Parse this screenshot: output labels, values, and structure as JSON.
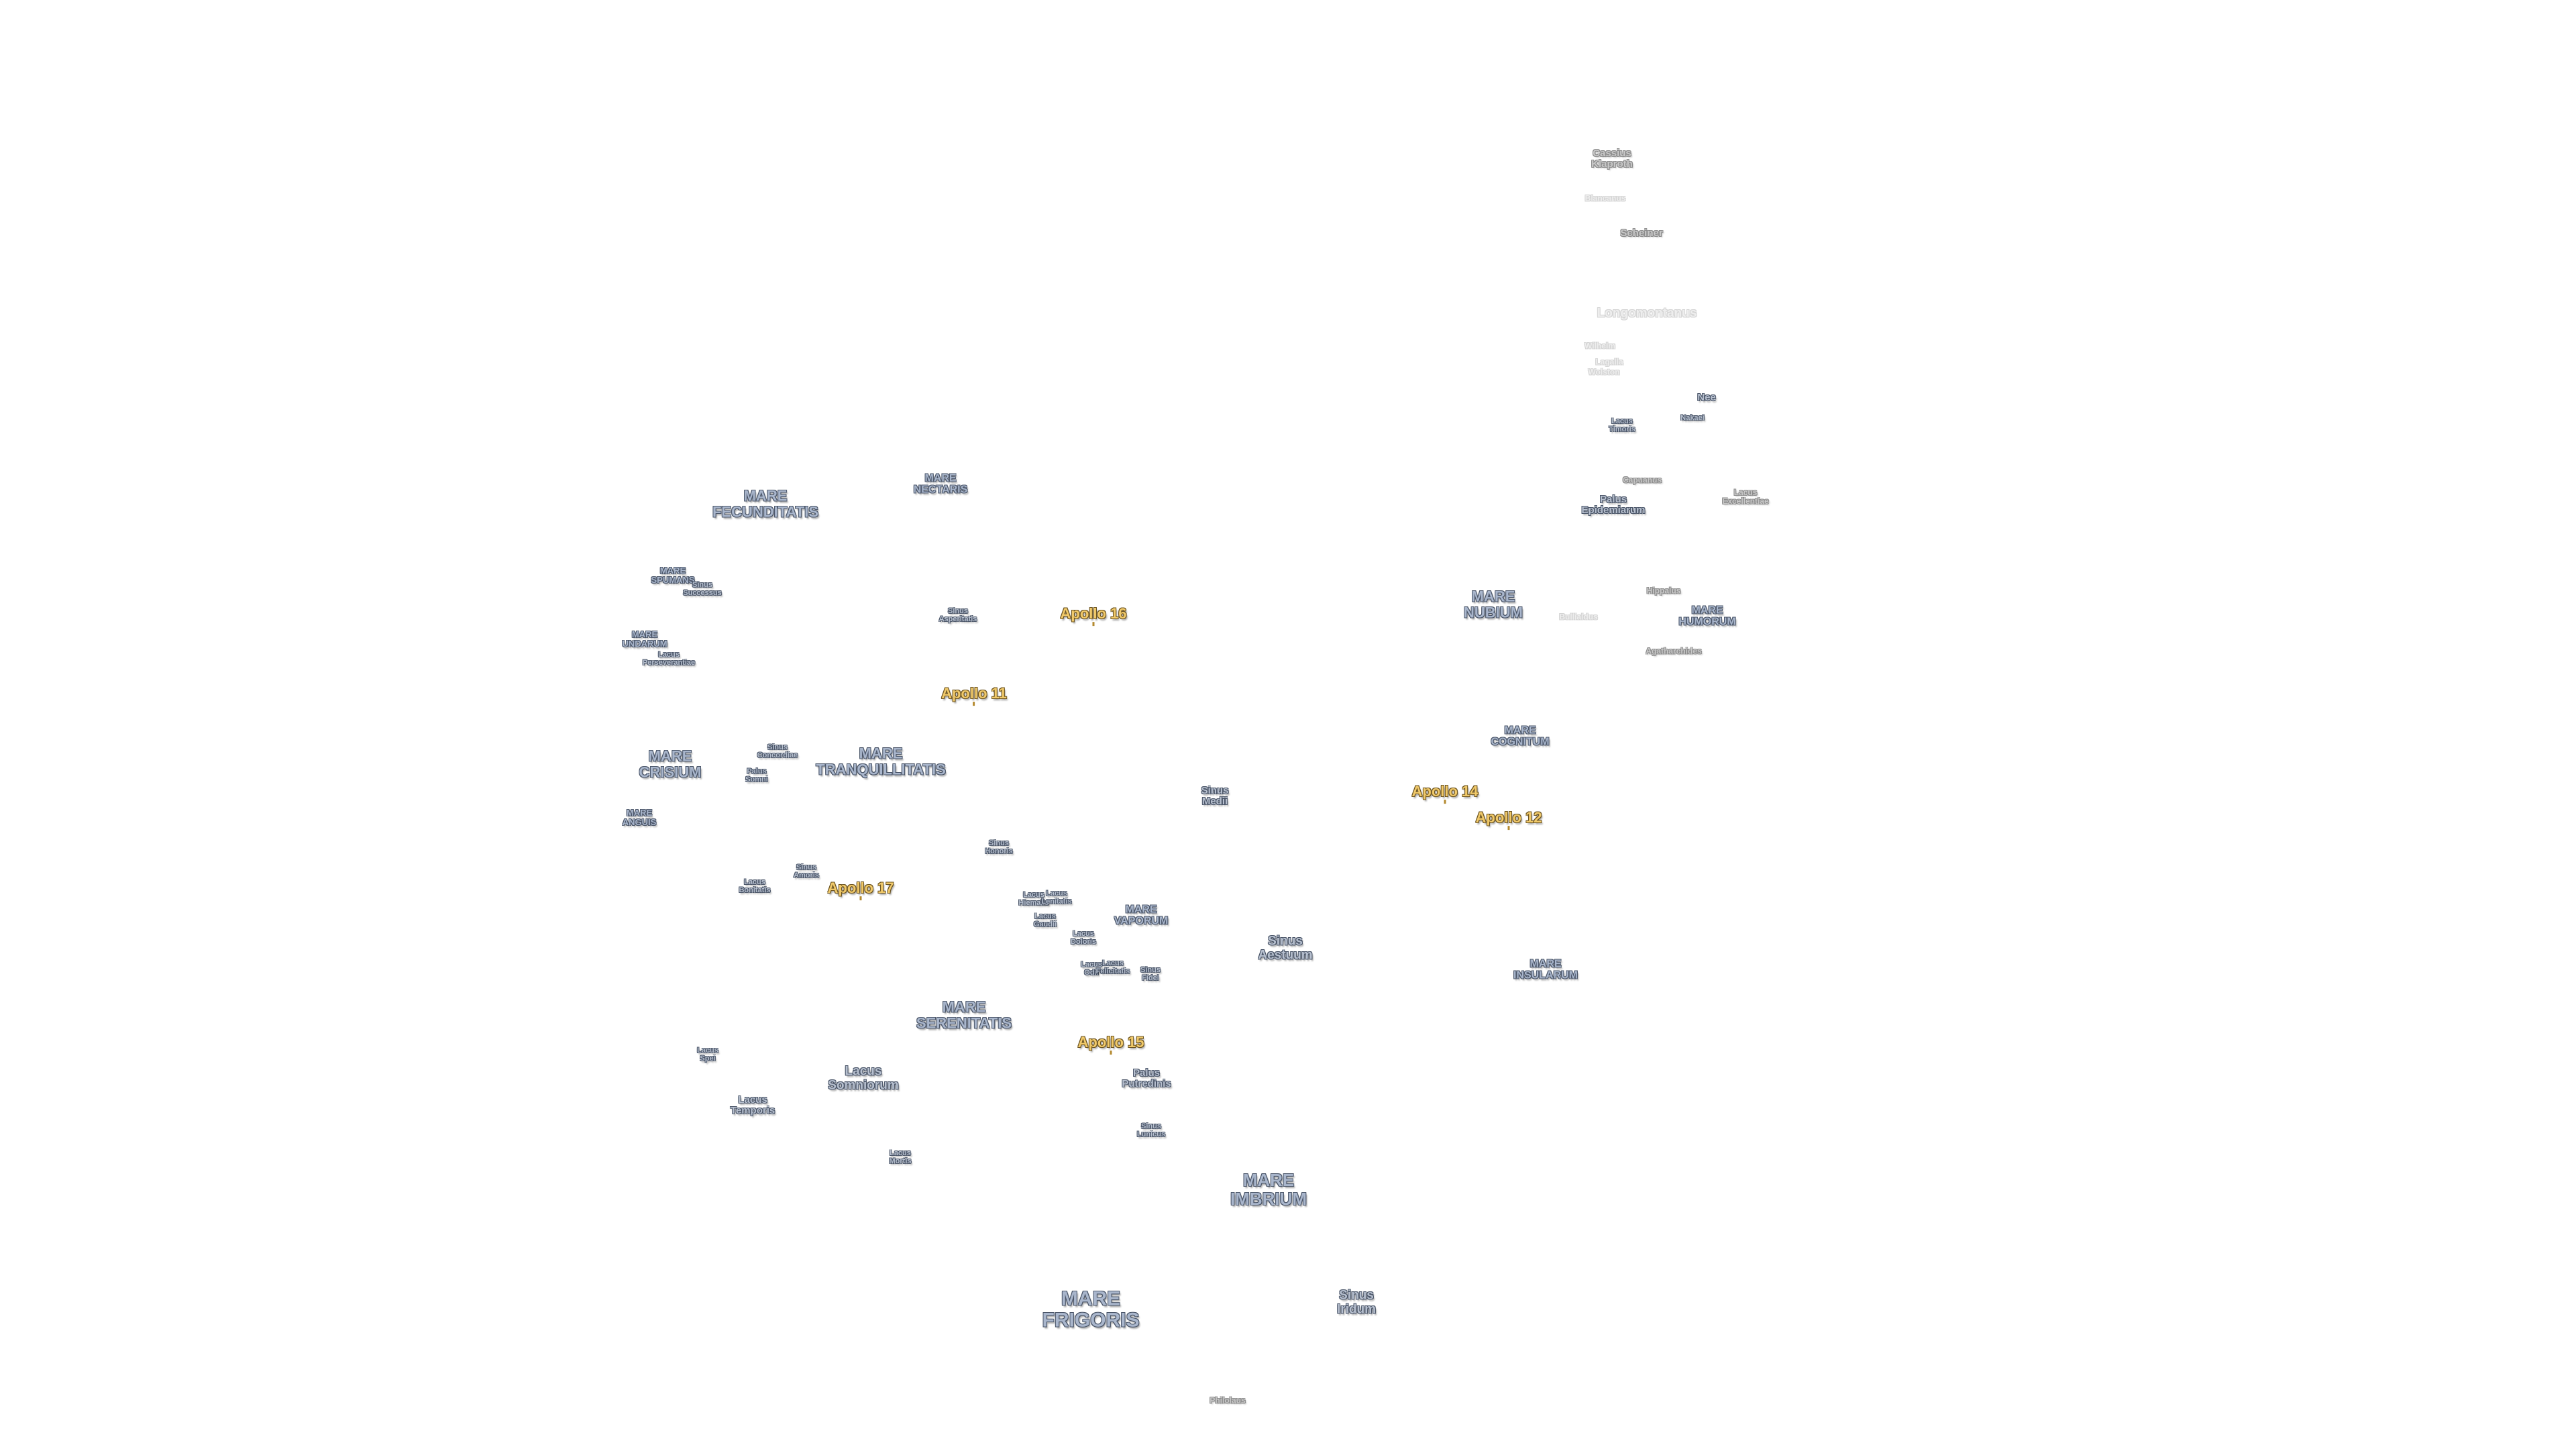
{
  "map": {
    "labels": {
      "cassius_klaproth": "Cassius\nKlaproth",
      "blancanus": "Blancanus",
      "scheiner": "Scheiner",
      "longomontanus": "Longomontanus",
      "wilhelm": "Wilhelm",
      "lagalla": "Lagalla",
      "wolston": "Wolston",
      "nee": "Nee",
      "lacus_timoris": "Lacus\nTimoris",
      "nakaei": "Nakaei",
      "capuanus": "Capuanus",
      "lacus_excellentiae": "Lacus\nExcellentiae",
      "palus_epidemiarum": "Palus\nEpidemiarum",
      "mare_fecunditatis": "MARE\nFECUNDITATIS",
      "mare_nectaris": "MARE\nNECTARIS",
      "mare_nubium": "MARE\nNUBIUM",
      "hippalus": "Hippalus",
      "mare_humorum": "MARE\nHUMORUM",
      "bullialdus": "Bullialdus",
      "agatharchides": "Agatharchides",
      "mare_spumans": "MARE\nSPUMANS",
      "sinus_successus": "Sinus\nSuccessus",
      "sinus_asperitatis": "Sinus\nAsperitatis",
      "apollo_16": "Apollo 16",
      "mare_undarum": "MARE\nUNDARUM",
      "lacus_perseverantiae": "Lacus\nPerseverantiae",
      "apollo_11": "Apollo 11",
      "mare_cognitum": "MARE\nCOGNITUM",
      "sinus_concordiae": "Sinus\nConcordiae",
      "mare_tranquillitatis": "MARE\nTRANQUILLITATIS",
      "mare_crisium": "MARE\nCRISIUM",
      "palus_somni": "Palus\nSomni",
      "sinus_medii": "Sinus\nMedii",
      "apollo_14": "Apollo 14",
      "apollo_12": "Apollo 12",
      "mare_anguis": "MARE\nANGUIS",
      "sinus_honoris": "Sinus\nHonoris",
      "sinus_amoris": "Sinus\nAmoris",
      "lacus_bonitatis": "Lacus\nBonitatis",
      "apollo_17": "Apollo 17",
      "lacus_hiemalis": "Lacus\nHiemalis",
      "lacus_lenitatis": "Lacus\nLenitatis",
      "lacus_gaudii": "Lacus\nGaudii",
      "mare_vaporum": "MARE\nVAPORUM",
      "lacus_doloris": "Lacus\nDoloris",
      "sinus_aestuum": "Sinus\nAestuum",
      "mare_insularum": "MARE\nINSULARUM",
      "lacus_odii": "Lacus\nOdii",
      "lacus_felicitatis": "Lacus\nFelicitatis",
      "sinus_fidei": "Sinus\nFidei",
      "mare_serenitatis": "MARE\nSERENITATIS",
      "apollo_15": "Apollo 15",
      "lacus_spei": "Lacus\nSpei",
      "lacus_somniorum": "Lacus\nSomniorum",
      "palus_putredinis": "Palus\nPutredinis",
      "lacus_temporis": "Lacus\nTemporis",
      "sinus_lunicus": "Sinus\nLunicus",
      "lacus_mortis": "Lacus\nMortis",
      "mare_imbrium": "MARE\nIMBRIUM",
      "mare_frigoris": "MARE\nFRIGORIS",
      "sinus_iridum": "Sinus\nIridum",
      "philolaus": "Philolaus"
    }
  },
  "colors": {
    "background": "#ffffff",
    "mare_text": "#a9b6cc",
    "apollo_text": "#f0c96a",
    "crater_text": "#c9c9c9"
  }
}
